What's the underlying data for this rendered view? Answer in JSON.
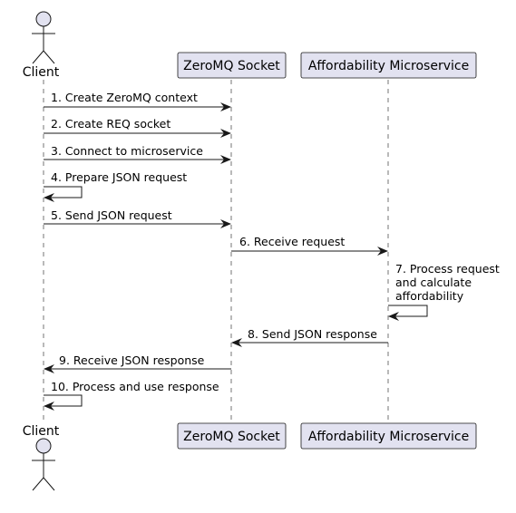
{
  "participants": {
    "client": {
      "label": "Client"
    },
    "socket": {
      "label": "ZeroMQ Socket"
    },
    "service": {
      "label": "Affordability Microservice"
    }
  },
  "messages": [
    {
      "n": 1,
      "text": "1. Create ZeroMQ context",
      "from": "client",
      "to": "socket"
    },
    {
      "n": 2,
      "text": "2. Create REQ socket",
      "from": "client",
      "to": "socket"
    },
    {
      "n": 3,
      "text": "3. Connect to microservice",
      "from": "client",
      "to": "socket"
    },
    {
      "n": 4,
      "text": "4. Prepare JSON request",
      "from": "client",
      "to": "client"
    },
    {
      "n": 5,
      "text": "5. Send JSON request",
      "from": "client",
      "to": "socket"
    },
    {
      "n": 6,
      "text": "6. Receive request",
      "from": "socket",
      "to": "service"
    },
    {
      "n": 7,
      "lines": [
        "7. Process request",
        "and calculate",
        "affordability"
      ],
      "from": "service",
      "to": "service"
    },
    {
      "n": 8,
      "text": "8. Send JSON response",
      "from": "service",
      "to": "socket"
    },
    {
      "n": 9,
      "text": "9. Receive JSON response",
      "from": "socket",
      "to": "client"
    },
    {
      "n": 10,
      "text": "10. Process and use response",
      "from": "client",
      "to": "client"
    }
  ],
  "colors": {
    "participant_fill": "#e2e2f0",
    "participant_stroke": "#181818",
    "lifeline": "#181818",
    "arrow": "#181818"
  }
}
